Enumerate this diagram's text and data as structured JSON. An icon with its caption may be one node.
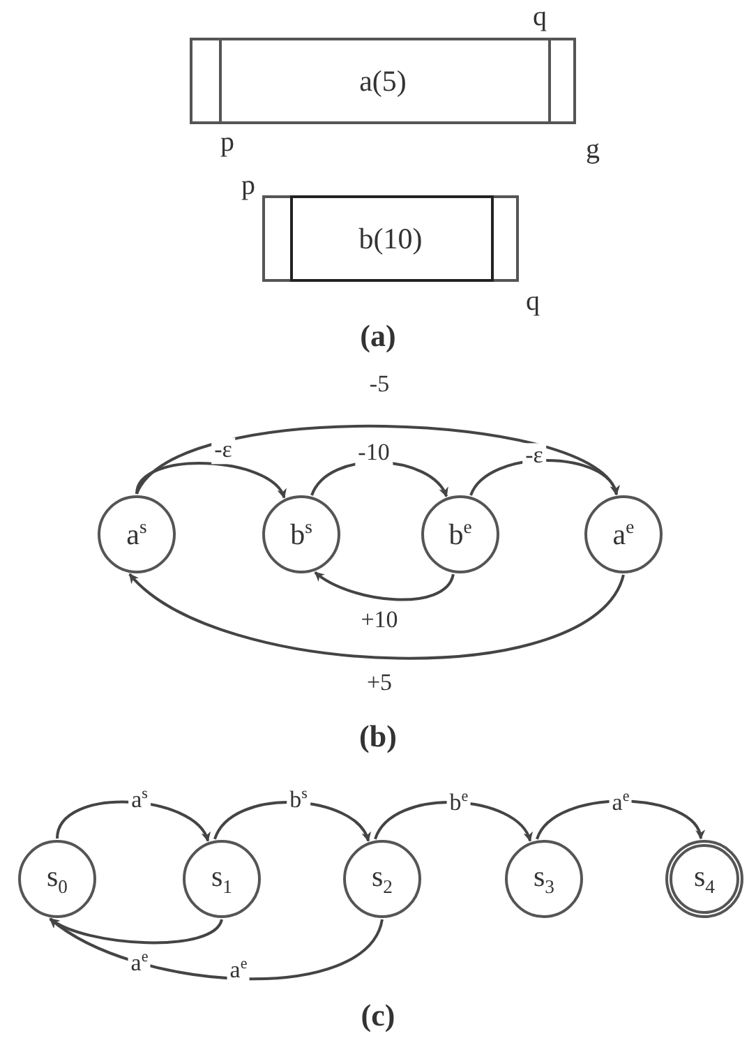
{
  "diagram": {
    "nodes": [
      {
        "text": [
          "a(5)"
        ]
      },
      {
        "text": [
          "b(10)"
        ]
      },
      {
        "text": [
          "a$^{s}$"
        ]
      },
      {
        "text": [
          "b$^{s}$"
        ]
      },
      {
        "text": [
          "b$^{e}$"
        ]
      },
      {
        "text": [
          "a$^{e}$"
        ]
      },
      {
        "text": [
          "s$_{0}$"
        ]
      },
      {
        "text": [
          "s$_{1}$"
        ]
      },
      {
        "text": [
          "s$_{2}$"
        ]
      },
      {
        "text": [
          "s$_{3}$"
        ]
      },
      {
        "text": [
          "s$_{4}$"
        ]
      }
    ],
    "edges": [
      {
        "from": 2,
        "to": 3,
        "arrow": "to",
        "label": "-ε"
      },
      {
        "from": 3,
        "to": 4,
        "arrow": "to",
        "label": "-10"
      },
      {
        "from": 4,
        "to": 5,
        "arrow": "to",
        "label": "-ε"
      },
      {
        "from": 2,
        "to": 5,
        "arrow": "to",
        "label": "-5"
      },
      {
        "from": 4,
        "to": 3,
        "arrow": "to",
        "label": "+10"
      },
      {
        "from": 5,
        "to": 2,
        "arrow": "to",
        "label": "+5"
      },
      {
        "from": 6,
        "to": 7,
        "arrow": "to",
        "label": "a$^{s}$"
      },
      {
        "from": 7,
        "to": 8,
        "arrow": "to",
        "label": "b$^{s}$"
      },
      {
        "from": 8,
        "to": 9,
        "arrow": "to",
        "label": "b$^{e}$"
      },
      {
        "from": 9,
        "to": 10,
        "arrow": "to",
        "label": "a$^{e}$"
      },
      {
        "from": 7,
        "to": 6,
        "arrow": "to",
        "label": "a$^{e}$"
      },
      {
        "from": 8,
        "to": 6,
        "arrow": "to",
        "label": "a$^{e}$"
      }
    ],
    "labels": [
      "q",
      "p",
      "g",
      "p",
      "q",
      "(a)",
      "(b)",
      "(c)"
    ]
  }
}
